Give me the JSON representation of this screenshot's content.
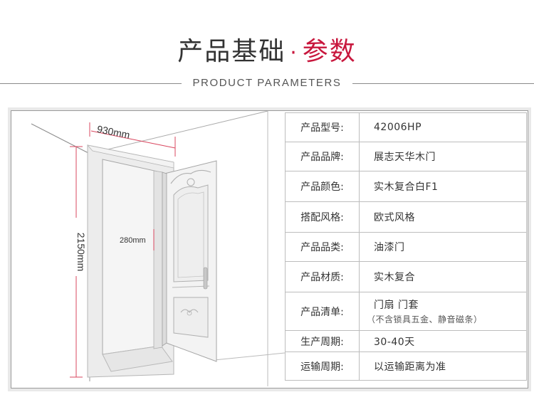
{
  "header": {
    "title_main": "产品基础",
    "title_dot": "·",
    "title_accent": "参数",
    "subtitle": "PRODUCT PARAMETERS"
  },
  "dimensions": {
    "width": "930mm",
    "height": "2150mm",
    "thickness": "280mm"
  },
  "params": [
    {
      "label": "产品型号:",
      "value": "42006HP"
    },
    {
      "label": "产品品牌:",
      "value": "展志天华木门"
    },
    {
      "label": "产品颜色:",
      "value": "实木复合白F1"
    },
    {
      "label": "搭配风格:",
      "value": "欧式风格"
    },
    {
      "label": "产品品类:",
      "value": "油漆门"
    },
    {
      "label": "产品材质:",
      "value": "实木复合"
    },
    {
      "label": "产品清单:",
      "value": "门扇 门套",
      "note": "（不含锁具五金、静音磁条）"
    },
    {
      "label": "生产周期:",
      "value": "30-40天"
    },
    {
      "label": "运输周期:",
      "value": "以运输距离为准"
    }
  ],
  "colors": {
    "accent": "#c8173d",
    "dimension_line": "#d9475f",
    "border": "#bdbdbd"
  }
}
